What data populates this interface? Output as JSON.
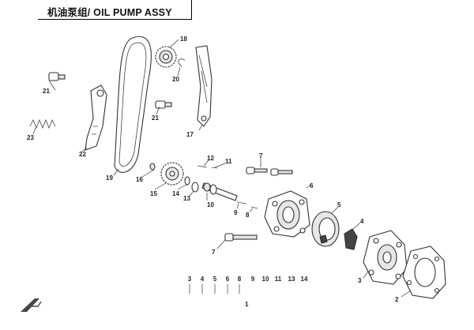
{
  "title": "机油泵组/ OIL PUMP ASSY",
  "callouts": {
    "c1": "1",
    "c2": "2",
    "c3": "3",
    "c4": "4",
    "c5": "5",
    "c6": "6",
    "c7a": "7",
    "c7b": "7",
    "c8": "8",
    "c9": "9",
    "c10": "10",
    "c11": "11",
    "c12": "12",
    "c13": "13",
    "c14": "14",
    "c15": "15",
    "c16": "16",
    "c17": "17",
    "c18": "18",
    "c19": "19",
    "c20": "20",
    "c21a": "21",
    "c21b": "21",
    "c22": "22",
    "c23": "23"
  },
  "kit_list": [
    "3",
    "4",
    "5",
    "6",
    "8",
    "9",
    "10",
    "11",
    "13",
    "14"
  ]
}
